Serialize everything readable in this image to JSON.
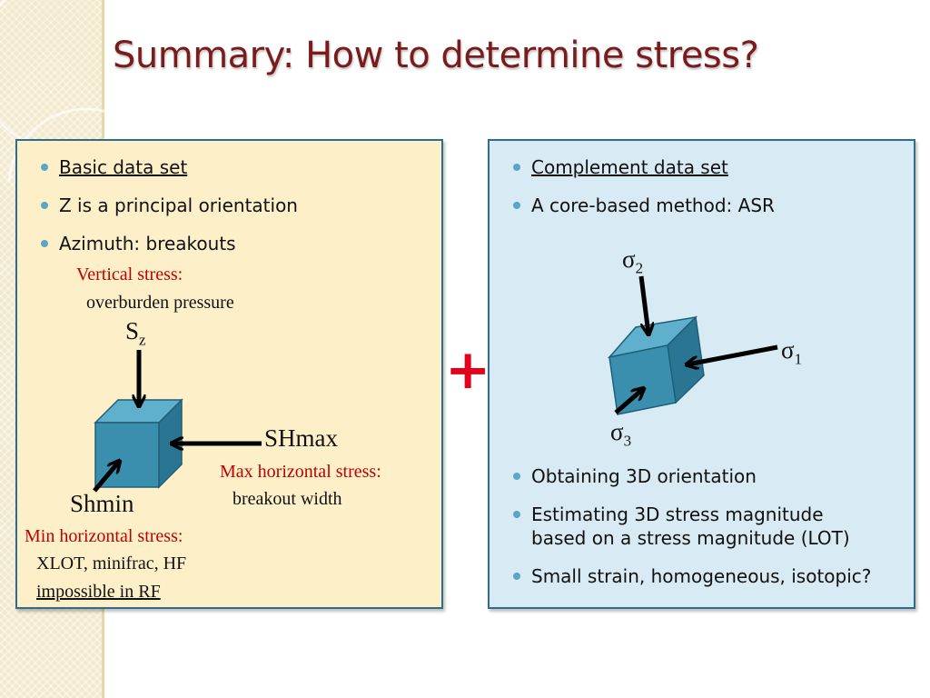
{
  "title": "Summary: How to determine stress?",
  "left_panel": {
    "bullets": [
      {
        "text": "Basic data set",
        "underline": true
      },
      {
        "text": "Z is a principal orientation"
      },
      {
        "text": "Azimuth: breakouts"
      }
    ],
    "vertical_stress_label": "Vertical stress:",
    "vertical_stress_method": "overburden pressure",
    "sz_main": "S",
    "sz_sub": "z",
    "shmax_label": "SHmax",
    "max_horizontal_label": "Max horizontal stress:",
    "max_horizontal_method": "breakout width",
    "shmin_label": "Shmin",
    "min_horizontal_label": "Min horizontal stress:",
    "min_horizontal_method": "XLOT, minifrac, HF",
    "min_horizontal_note": "impossible in RF"
  },
  "plus_sign": "+",
  "right_panel": {
    "bullets_top": [
      {
        "text": "Complement data set",
        "underline": true
      },
      {
        "text": "A core-based method: ASR"
      }
    ],
    "sigma_symbol": "σ",
    "sigma1_sub": "1",
    "sigma2_sub": "2",
    "sigma3_sub": "3",
    "bullets_bottom": [
      {
        "text": "Obtaining 3D orientation"
      },
      {
        "text": "Estimating 3D stress magnitude"
      },
      {
        "text": "based on a stress magnitude (LOT)",
        "continuation": true
      },
      {
        "text": "Small strain, homogeneous, isotopic?",
        "red": true
      }
    ]
  },
  "colors": {
    "title": "#7a1c1c",
    "panel_border": "#2f6d8f",
    "left_panel_bg": "#fdf0c8",
    "right_panel_bg": "#d8eaf3",
    "cube_front": "#3b8fae",
    "cube_top": "#5fb0cc",
    "cube_side": "#2a7591",
    "bullet": "#5aa6c8",
    "red_text": "#c00000",
    "plus": "#e2001a"
  }
}
